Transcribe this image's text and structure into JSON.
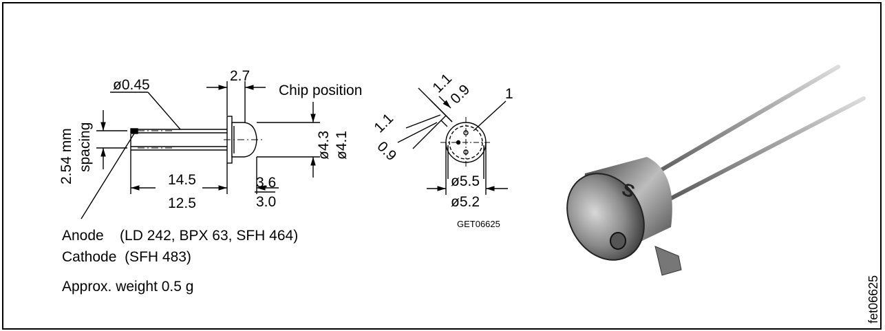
{
  "diagram": {
    "lead_dia": "ø0.45",
    "chip_width": "2.7",
    "chip_position": "Chip position",
    "spacing_value": "2.54 mm",
    "spacing_word": "spacing",
    "dia_outer": "ø4.3",
    "dia_inner": "ø4.1",
    "len_long": "14.5",
    "len_short": "12.5",
    "len_a": "3.6",
    "len_b": "3.0",
    "tab_a": "1.1",
    "tab_b": "0.9",
    "tab_c": "1.1",
    "tab_d": "0.9",
    "pin_label": "1",
    "dia_55": "ø5.5",
    "dia_52": "ø5.2",
    "drawing_code": "GET06625"
  },
  "notes": {
    "anode": "Anode    (LD 242, BPX 63, SFH 464)",
    "cathode": "Cathode  (SFH 483)",
    "weight": "Approx. weight 0.5 g"
  },
  "photo": {
    "code": "fet06625",
    "marking": "S"
  }
}
